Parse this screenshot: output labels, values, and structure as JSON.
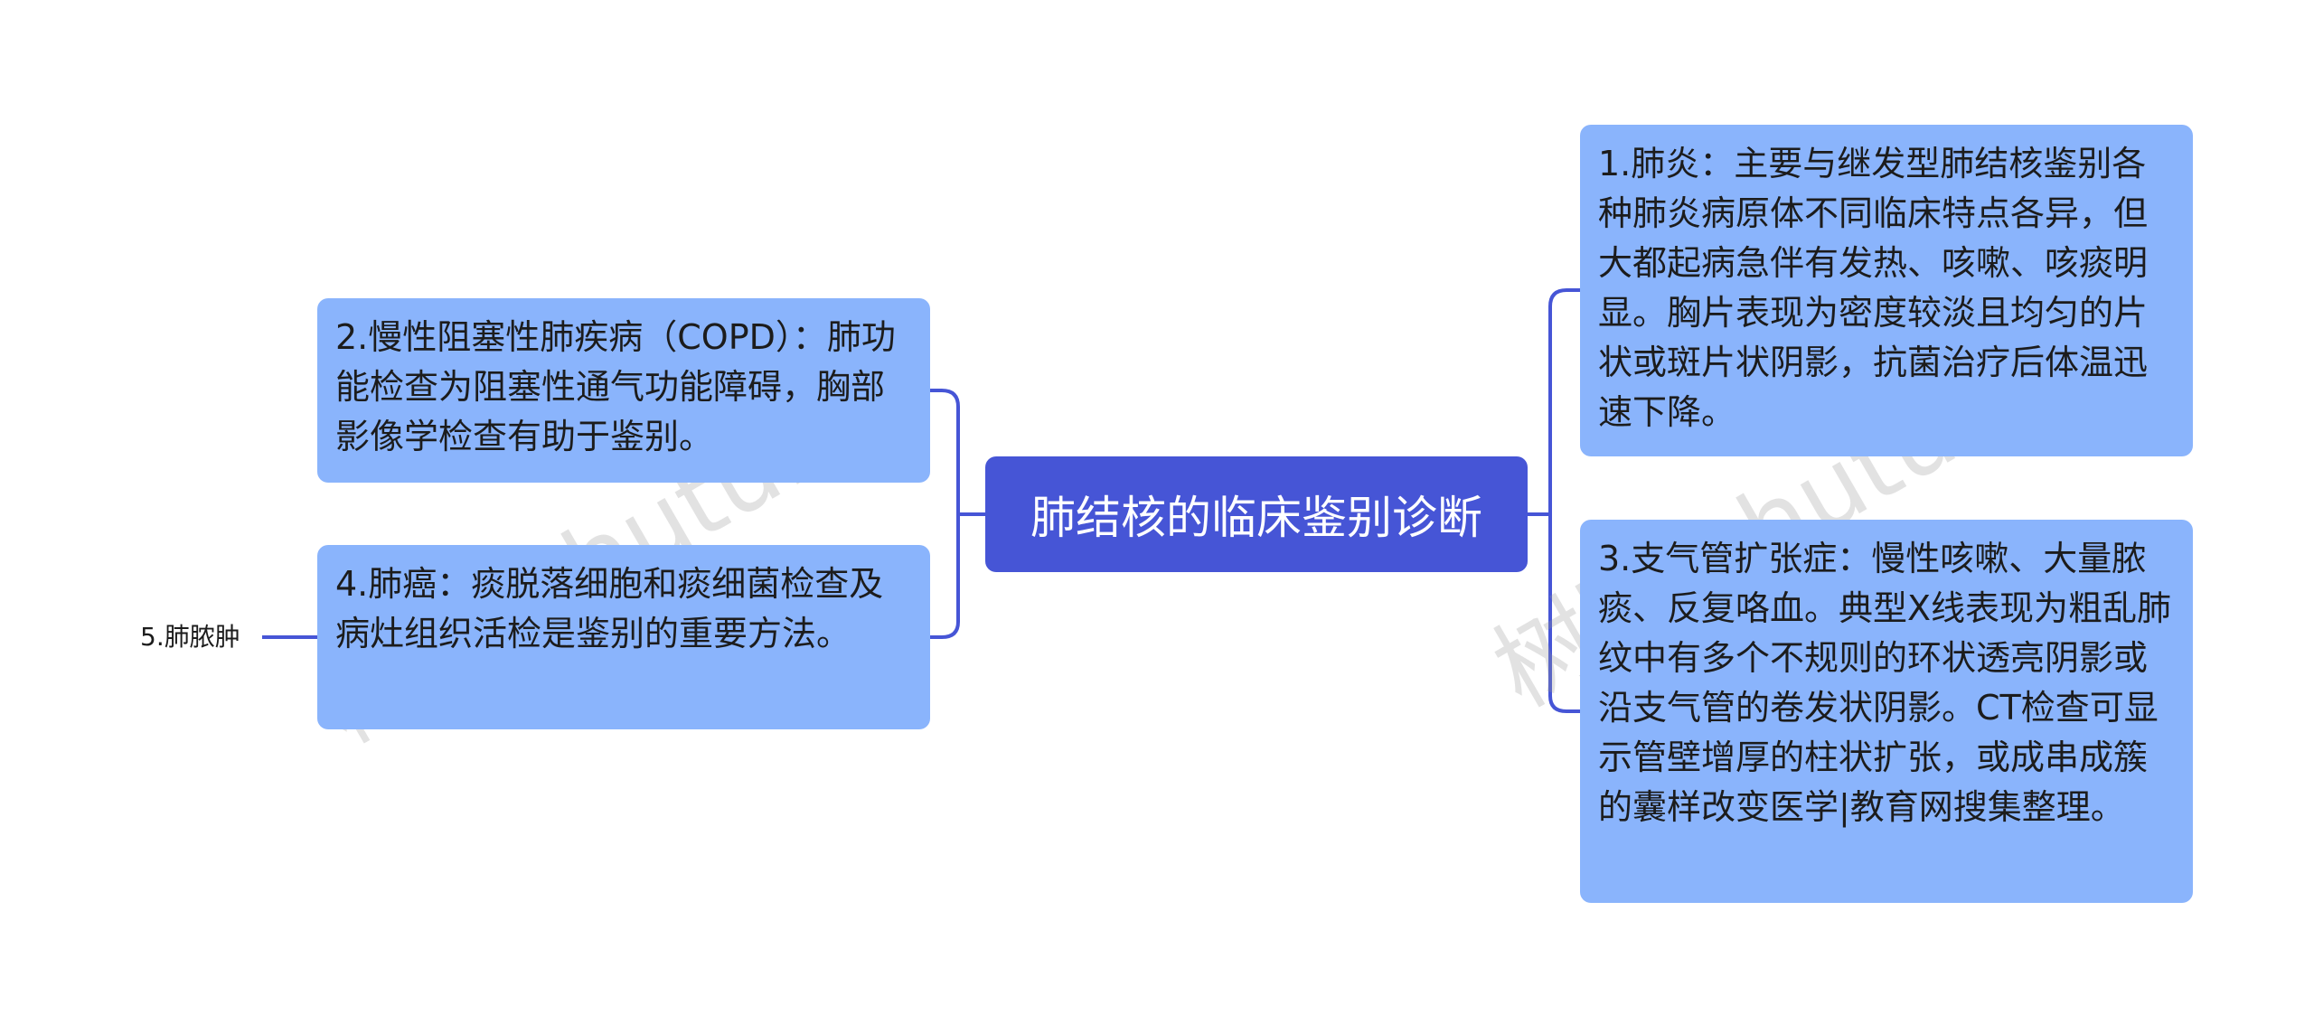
{
  "colors": {
    "root_bg": "#4655d6",
    "node_bg": "#8ab4fc",
    "link": "#4655d6",
    "text": "#1c1c1c"
  },
  "root": {
    "label": "肺结核的临床鉴别诊断"
  },
  "branches": {
    "pneumonia": "1.肺炎：主要与继发型肺结核鉴别各种肺炎病原体不同临床特点各异，但大都起病急伴有发热、咳嗽、咳痰明显。胸片表现为密度较淡且均匀的片状或斑片状阴影，抗菌治疗后体温迅速下降。",
    "copd": "2.慢性阻塞性肺疾病（COPD）：肺功能检查为阻塞性通气功能障碍，胸部影像学检查有助于鉴别。",
    "bronchiectasis": "3.支气管扩张症：慢性咳嗽、大量脓痰、反复咯血。典型X线表现为粗乱肺纹中有多个不规则的环状透亮阴影或沿支气管的卷发状阴影。CT检查可显示管壁增厚的柱状扩张，或成串成簇的囊样改变医学|教育网搜集整理。",
    "lung_cancer": "4.肺癌：痰脱落细胞和痰细菌检查及病灶组织活检是鉴别的重要方法。",
    "lung_abscess": "5.肺脓肿"
  },
  "watermark": {
    "left": "树图 shutu.cn",
    "right": "树图 shutu.cn"
  }
}
